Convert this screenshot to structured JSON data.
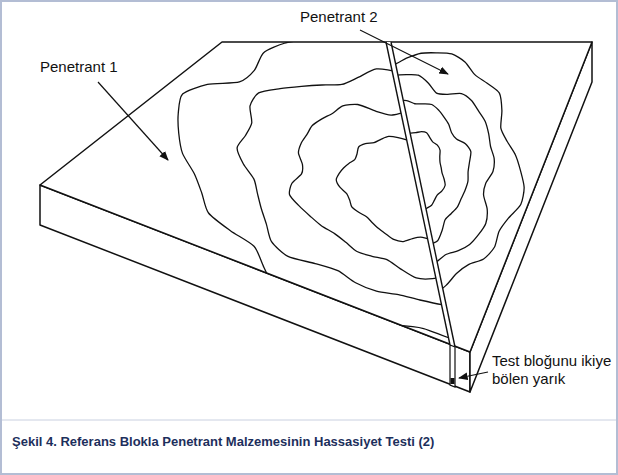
{
  "diagram": {
    "caption": "Şekil 4. Referans Blokla Penetrant Malzemesinin Hassasiyet Testi (2)",
    "labels": [
      "Penetrant 1",
      "Penetrant 2",
      "Test bloğunu ikiye bölen yarık"
    ]
  }
}
